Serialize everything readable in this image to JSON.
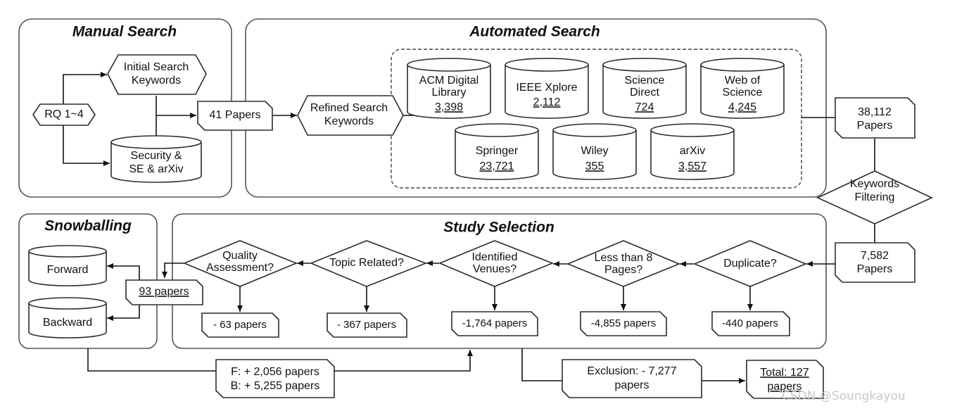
{
  "sections": {
    "manual": "Manual Search",
    "automated": "Automated Search",
    "snowballing": "Snowballing",
    "study": "Study Selection"
  },
  "manual": {
    "rq": "RQ 1~4",
    "initial_kw_1": "Initial Search",
    "initial_kw_2": "Keywords",
    "db_1": "Security &",
    "db_2": "SE & arXiv",
    "papers": "41 Papers"
  },
  "refined": {
    "line1": "Refined Search",
    "line2": "Keywords"
  },
  "databases": {
    "acm": {
      "l1": "ACM Digital",
      "l2": "Library",
      "count": "3,398"
    },
    "ieee": {
      "l1": "IEEE Xplore",
      "count": "2,112"
    },
    "science": {
      "l1": "Science",
      "l2": "Direct",
      "count": "724"
    },
    "wos": {
      "l1": "Web of",
      "l2": "Science",
      "count": "4,245"
    },
    "springer": {
      "l1": "Springer",
      "count": "23,721"
    },
    "wiley": {
      "l1": "Wiley",
      "count": "355"
    },
    "arxiv": {
      "l1": "arXiv",
      "count": "3,557"
    }
  },
  "flow": {
    "total_n": "38,112",
    "total_l": "Papers",
    "kw_1": "Keywords",
    "kw_2": "Filtering",
    "after_n": "7,582",
    "after_l": "Papers"
  },
  "selection": {
    "dup": "Duplicate?",
    "pages_1": "Less than 8",
    "pages_2": "Pages?",
    "venue_1": "Identified",
    "venue_2": "Venues?",
    "topic": "Topic Related?",
    "qual_1": "Quality",
    "qual_2": "Assessment?",
    "ex_dup": "-440 papers",
    "ex_pages": "-4,855 papers",
    "ex_venue": "-1,764 papers",
    "ex_topic": "- 367 papers",
    "ex_qual": "- 63 papers"
  },
  "snow": {
    "forward": "Forward",
    "backward": "Backward",
    "papers": "93 papers",
    "fb_1": "F: + 2,056 papers",
    "fb_2": "B: + 5,255 papers"
  },
  "exclusion": {
    "l1": "Exclusion: - 7,277",
    "l2": "papers"
  },
  "total": {
    "l1": "Total: 127",
    "l2": "papers"
  },
  "watermark": "CSDN @Soungkayou"
}
